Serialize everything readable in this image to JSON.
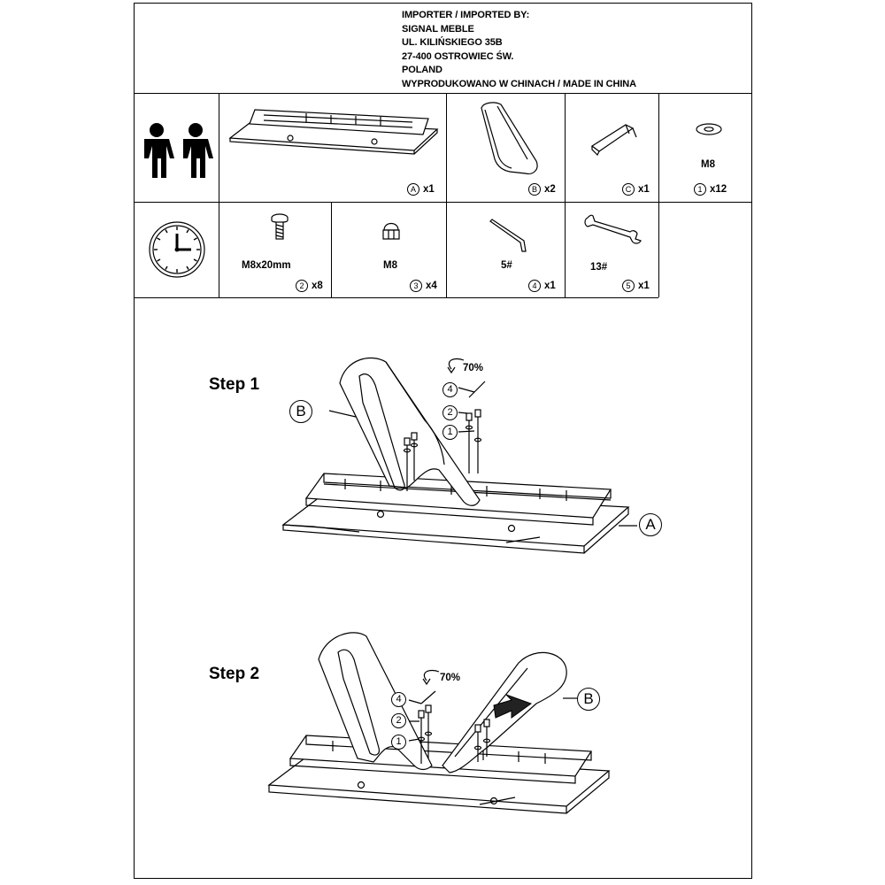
{
  "importer": {
    "lines": [
      "IMPORTER / IMPORTED BY:",
      "SIGNAL MEBLE",
      "UL. KILIŃSKIEGO 35B",
      "27-400 OSTROWIEC ŚW.",
      "POLAND",
      "WYPRODUKOWANO W CHINACH / MADE IN CHINA"
    ]
  },
  "parts": [
    {
      "id": "A",
      "qty": "x1"
    },
    {
      "id": "B",
      "qty": "x2"
    },
    {
      "id": "C",
      "qty": "x1"
    },
    {
      "id": "1",
      "spec": "M8",
      "qty": "x12"
    }
  ],
  "hardware": [
    {
      "id": "2",
      "spec": "M8x20mm",
      "qty": "x8"
    },
    {
      "id": "3",
      "spec": "M8",
      "qty": "x4"
    },
    {
      "id": "4",
      "spec": "5#",
      "qty": "x1"
    },
    {
      "id": "5",
      "spec": "13#",
      "qty": "x1"
    }
  ],
  "steps": [
    {
      "label": "Step 1",
      "torque": "70%",
      "callouts": [
        "4",
        "2",
        "1"
      ],
      "part_callouts": [
        "B",
        "A"
      ]
    },
    {
      "label": "Step 2",
      "torque": "70%",
      "callouts": [
        "4",
        "2",
        "1"
      ],
      "part_callouts": [
        "B"
      ]
    }
  ],
  "icons": [
    "two-persons-icon",
    "clock-icon",
    "bolt-icon",
    "cap-nut-icon",
    "allen-key-icon",
    "wrench-icon",
    "washer-icon",
    "bracket-icon"
  ]
}
